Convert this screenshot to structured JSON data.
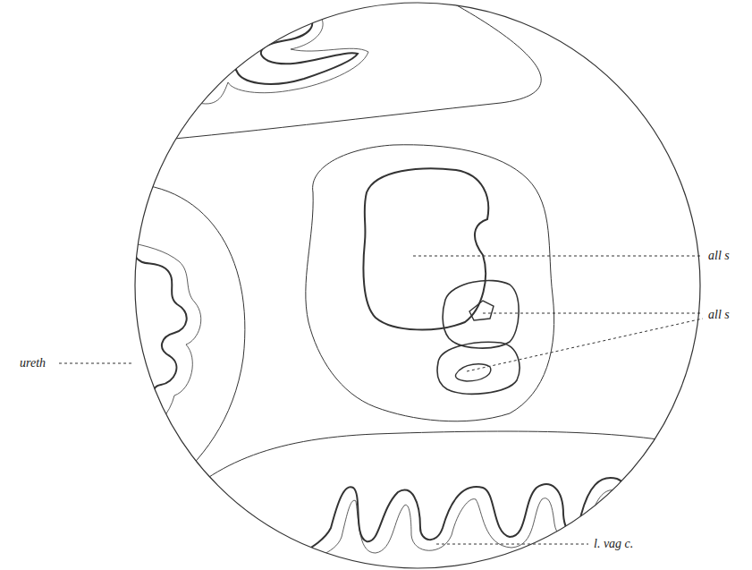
{
  "diagram": {
    "labels": [
      "all s",
      "all s",
      "ureth",
      "l. vag c."
    ]
  }
}
